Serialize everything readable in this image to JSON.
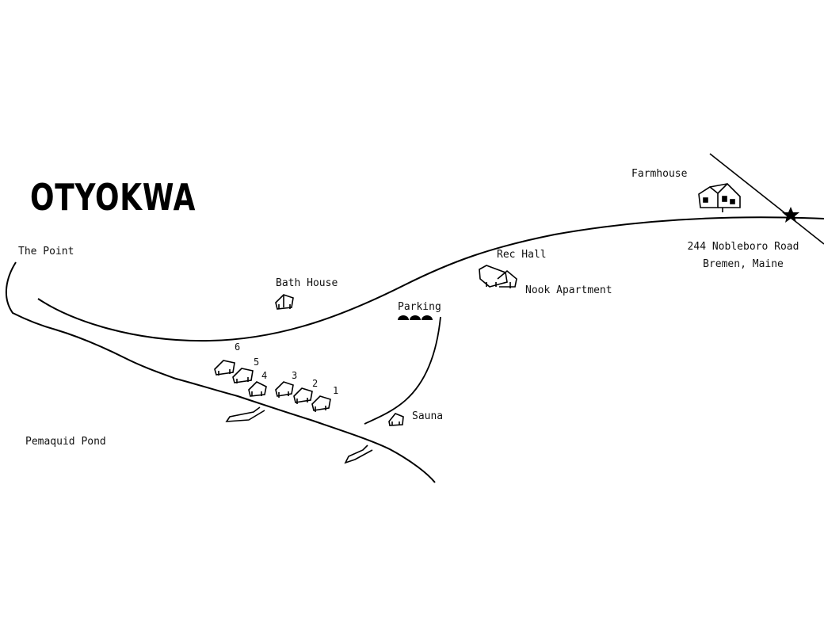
{
  "map": {
    "title": "OTYOKWA",
    "labels": {
      "the_point": "The Point",
      "bath_house": "Bath House",
      "parking": "Parking",
      "rec_hall": "Rec Hall",
      "nook_apartment": "Nook Apartment",
      "farmhouse": "Farmhouse",
      "address_line1": "244 Nobleboro Road",
      "address_line2": "Bremen, Maine",
      "sauna": "Sauna",
      "pemaquid_pond": "Pemaquid Pond"
    },
    "cabins": [
      "1",
      "2",
      "3",
      "4",
      "5",
      "6"
    ],
    "colors": {
      "ink": "#000000",
      "background": "#ffffff"
    },
    "icons": [
      "cabin-icon",
      "bath-house-icon",
      "sauna-icon",
      "rec-hall-icon",
      "farmhouse-icon",
      "parking-icon",
      "star-icon",
      "dock-icon"
    ]
  }
}
